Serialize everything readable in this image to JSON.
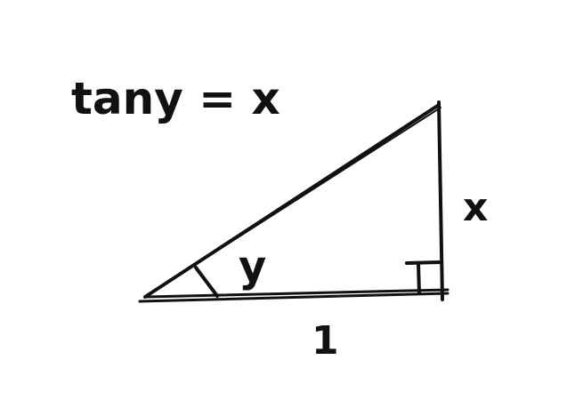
{
  "equation": "tany = x",
  "labels": {
    "angle": "y",
    "opposite_side": "x",
    "adjacent_side": "1"
  },
  "colors": {
    "ink": "#111111",
    "background": "#ffffff"
  },
  "marks": {
    "right_angle": "right-angle-marker",
    "angle_arc": "angle-tick-mark"
  }
}
